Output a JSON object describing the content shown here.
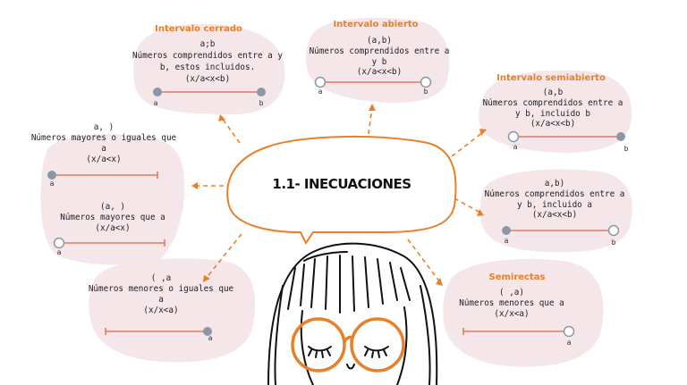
{
  "center": {
    "title": "1.1- INECUACIONES"
  },
  "colors": {
    "accent": "#e8802a",
    "blob": "#f5e6e9",
    "line": "#e07a5f",
    "point": "#8a97a8"
  },
  "cards": {
    "cerrado": {
      "title": "Intervalo cerrado",
      "lines": [
        "a;b",
        "Números comprendidos entre a y",
        "b, estos incluidos.",
        "(x/a<x<b)"
      ],
      "left": "a",
      "right": "b"
    },
    "abierto": {
      "title": "Intervalo abierto",
      "lines": [
        "(a,b)",
        "Números comprendidos entre a",
        "y b",
        "(x/a<x<b)"
      ],
      "left": "a",
      "right": "b"
    },
    "semi1": {
      "title": "Intervalo semiabierto",
      "lines": [
        "(a,b",
        "Números comprendidos entre a",
        "y b, incluido b",
        "(x/a<x<b)"
      ],
      "left": "a",
      "right": "b"
    },
    "semi2": {
      "lines": [
        "a,b)",
        "Números comprendidos entre a",
        "y b, incluido a",
        "(x/a<x<b)"
      ],
      "left": "a",
      "right": "b"
    },
    "semirectas": {
      "title": "Semirectas",
      "lines": [
        "(   ,a)",
        "Números menores que a",
        "(x/x<a)"
      ],
      "right": "a"
    },
    "menoresIguales": {
      "lines": [
        "(   ,a",
        "Números menores o iguales que",
        "a",
        "(x/x<a)"
      ],
      "right": "a"
    },
    "mayoresIguales": {
      "lines": [
        "a,   )",
        "Números mayores o iguales que",
        "a",
        "(x/a<x)"
      ],
      "left": "a"
    },
    "mayores": {
      "lines": [
        "(a,   )",
        "Números mayores que a",
        "(x/a<x)"
      ],
      "left": "a"
    }
  }
}
